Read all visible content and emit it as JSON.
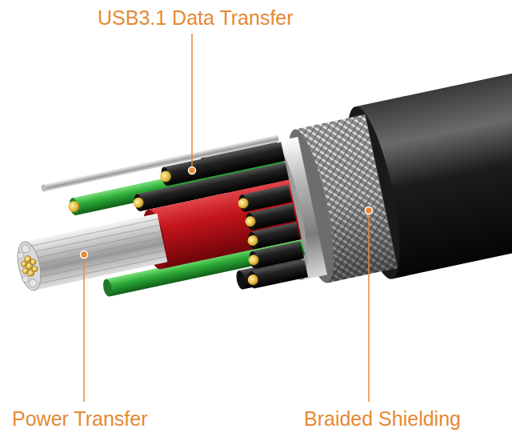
{
  "diagram": {
    "labels": [
      "USB3.1 Data Transfer",
      "Power Transfer",
      "Braided Shielding"
    ]
  }
}
